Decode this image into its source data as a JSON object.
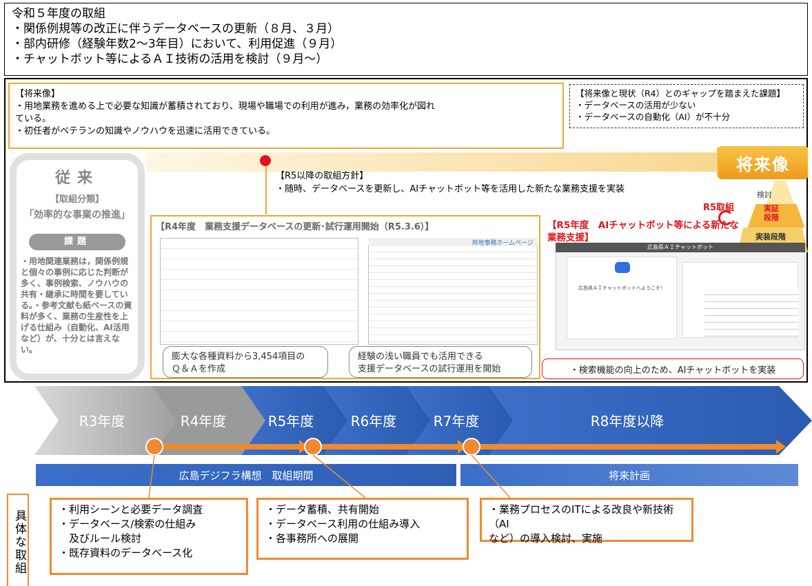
{
  "top": {
    "title": "令和５年度の取組",
    "items": [
      "・関係例規等の改正に伴うデータベースの更新（８月、３月）",
      "・部内研修（経験年数2〜3年目）において、利用促進（９月）",
      "・チャットボット等によるＡＩ技術の活用を検討（９月〜）"
    ]
  },
  "future": {
    "heading": "【将来像】",
    "lines": [
      "・用地業務を進める上で必要な知識が蓄積されており、現場や職場での利用が進み，業務の効率化が図れ",
      "ている。",
      "・初任者がベテランの知識やノウハウを迅速に活用できている。"
    ],
    "label": "将来像"
  },
  "issues": {
    "heading": "【将来像と現状（R4）とのギャップを踏まえた課題】",
    "items": [
      "・データベースの活用が少ない",
      "・データベースの自動化（AI）が不十分"
    ]
  },
  "policy": {
    "heading": "【R5以降の取組方針】",
    "text": "・随時、データベースを更新し、AIチャットボット等を活用した新たな業務支援を実装"
  },
  "left_panel": {
    "title": "従来",
    "category_label": "【取組分類】",
    "category": "「効率的な事業の推進」",
    "kadai": "課題",
    "text": "・用地関連業務は，関係例規と個々の事例に応じた判断が多く、事例検索、ノウハウの共有・継承に時間を要している。・参考文献も紙ベースの資料が多く、業務の生産性を上げる仕組み（自動化、AI活用など）が、十分とは言えない。"
  },
  "r4": {
    "title": "【R4年度　業務支援データベースの更新･試行運用開始（R5.3.6）】",
    "screenshot_header": "用地事務ホームページ",
    "callout1": "膨大な各種資料から3,454項目の\nＱ＆Ａを作成",
    "callout2": "経験の浅い職員でも活用できる\n支援データベースの試行運用を開始"
  },
  "r5": {
    "title": "【R5年度　AIチャットボット等による新たな\n業務支援】",
    "label": "R5取組",
    "pyramid": [
      "検討",
      "実証\n段階",
      "実装段階"
    ],
    "chat_header": "広島県ＡＩチャットボット",
    "chat_welcome": "広島県ＡＩチャットボットへようこそ！",
    "callout": "・検索機能の向上のため、AIチャットボットを実装"
  },
  "timeline": {
    "stages": [
      "R3年度",
      "R4年度",
      "R5年度",
      "R6年度",
      "R7年度",
      "R8年度以降"
    ],
    "band1": "広島デジフラ構想　取組期間",
    "band2": "将来計画"
  },
  "side_label": "具体な取組",
  "actions": [
    [
      "・利用シーンと必要データ調査",
      "・データベース/検索の仕組み",
      "　及びルール検討",
      "・既存資料のデータベース化"
    ],
    [
      "・データ蓄積、共有開始",
      "・データベース利用の仕組み導入",
      "・各事務所への展開"
    ],
    [
      "・業務プロセスのITによる改良や新技術（AI",
      "など）の導入検討、実施"
    ]
  ],
  "colors": {
    "orange": "#f08a30",
    "red": "#e0141e",
    "gold": "#f0a830",
    "blue": "#2e5fb5",
    "grey": "#8c8c8c"
  }
}
